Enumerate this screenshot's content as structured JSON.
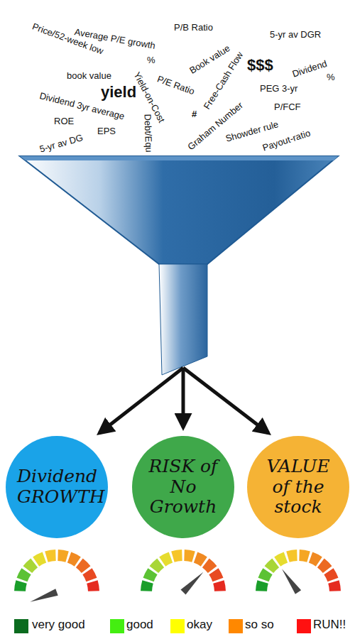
{
  "diagram": {
    "nodes": [
      {
        "text": [
          "Dividend GROWTH"
        ]
      },
      {
        "text": [
          "RISK of No Growth"
        ]
      },
      {
        "text": [
          "VALUE of the stock"
        ]
      }
    ],
    "labels": [
      "Price/52-week low",
      "Average P/E growth",
      "P/B Ratio",
      "5-yr av DGR",
      "Book value",
      "%",
      "book value",
      "$$$",
      "Dividend",
      "%",
      "yield",
      "P/E Ratio",
      "Yield-on-Cost",
      "Free-Cash Flow",
      "#",
      "Dividend 3yr average",
      "PEG 3-yr",
      "ROE",
      "Debt/Equ",
      "Graham Number",
      "P/FCF",
      "EPS",
      "Showder rule",
      "5-yr av DG",
      "Payout-ratio"
    ],
    "legend": [
      {
        "text": "very good",
        "color": "#0a6b1e"
      },
      {
        "text": "good",
        "color": "#44ee11"
      },
      {
        "text": "okay",
        "color": "#ffff00"
      },
      {
        "text": "so so",
        "color": "#ff8800"
      },
      {
        "text": "RUN!!",
        "color": "#ff1111"
      }
    ]
  }
}
